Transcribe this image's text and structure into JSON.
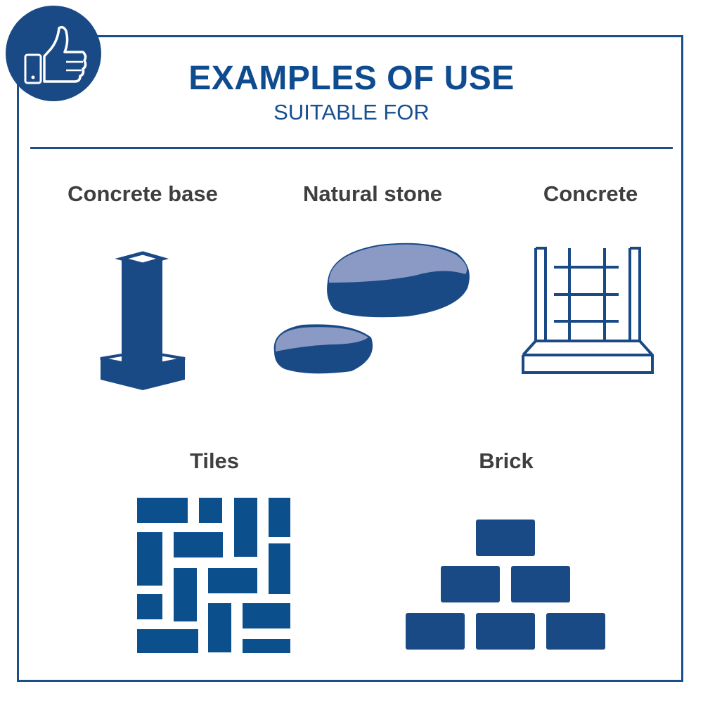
{
  "header": {
    "title": "EXAMPLES OF USE",
    "subtitle": "SUITABLE FOR"
  },
  "badge": {
    "icon": "thumbs-up-icon"
  },
  "items": [
    {
      "label": "Concrete base",
      "icon": "concrete-base-icon"
    },
    {
      "label": "Natural stone",
      "icon": "natural-stone-icon"
    },
    {
      "label": "Concrete",
      "icon": "concrete-formwork-icon"
    },
    {
      "label": "Tiles",
      "icon": "tiles-icon"
    },
    {
      "label": "Brick",
      "icon": "brick-icon"
    }
  ],
  "colors": {
    "primary": "#1a4a86",
    "accent": "#0f4b8f",
    "stone_light": "#8a9ac4",
    "label_text": "#3f3f3f"
  }
}
